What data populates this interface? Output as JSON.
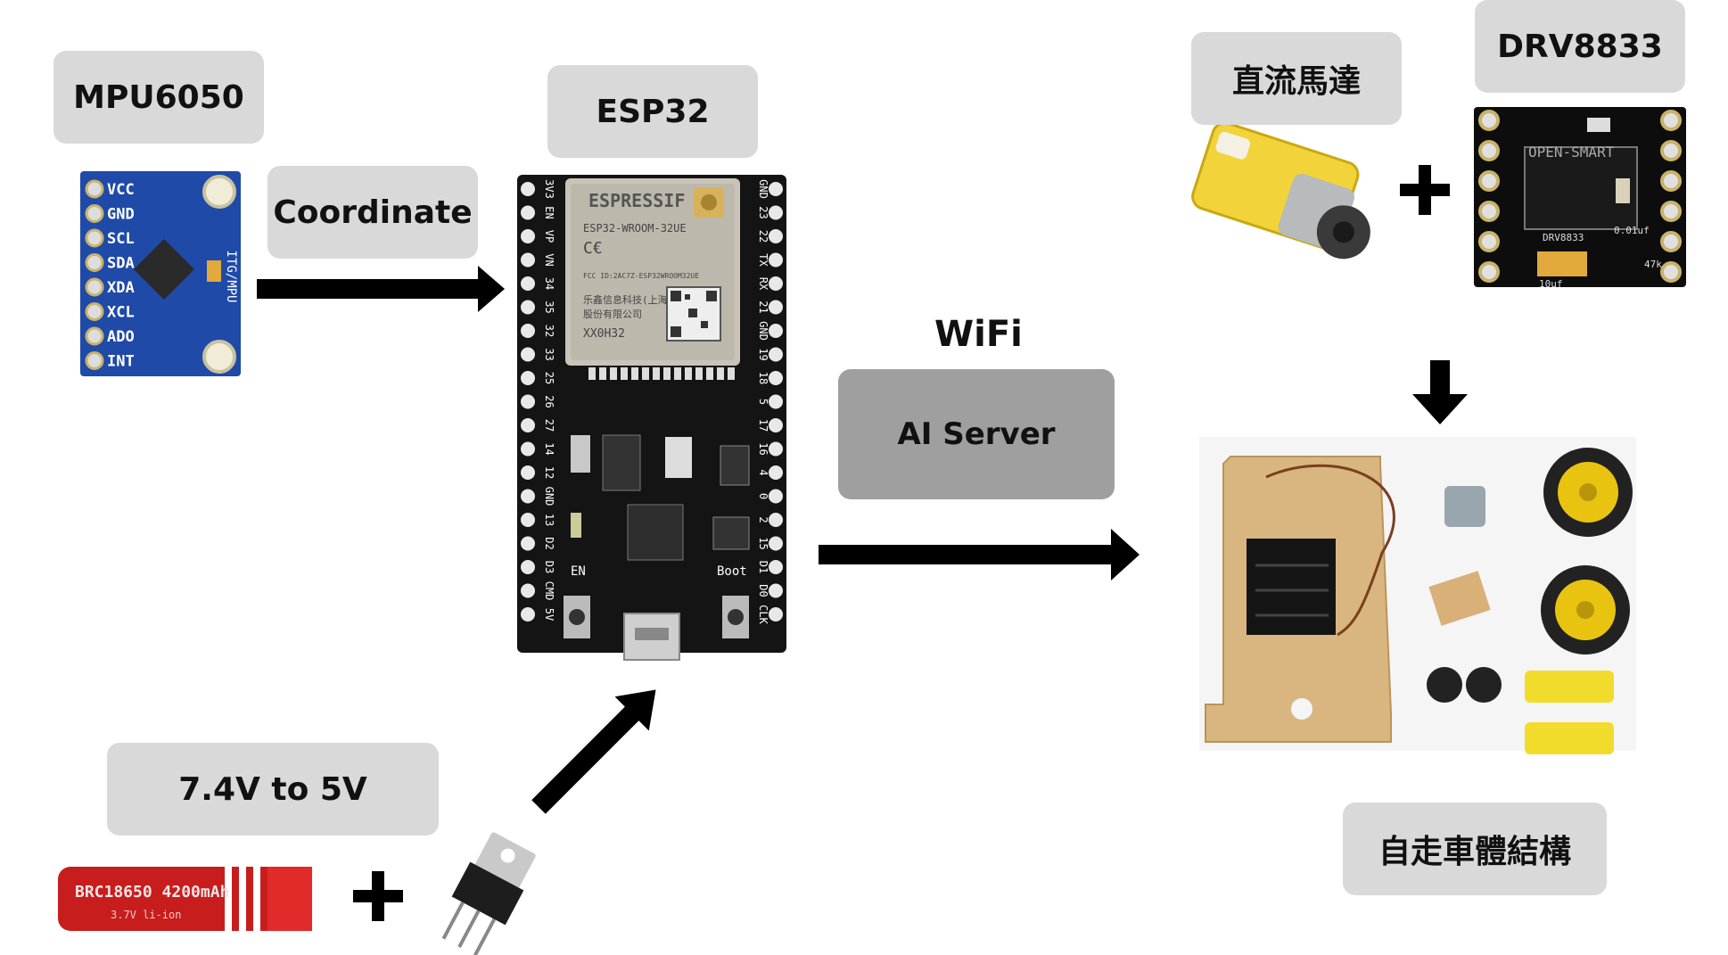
{
  "labels": {
    "mpu6050": "MPU6050",
    "esp32": "ESP32",
    "coordinate": "Coordinate",
    "dc_motor": "直流馬達",
    "drv8833": "DRV8833",
    "wifi": "WiFi",
    "ai_server": "AI Server",
    "voltage": "7.4V to 5V",
    "chassis": "自走車體結構"
  },
  "mpu_pins": [
    "VCC",
    "GND",
    "SCL",
    "SDA",
    "XDA",
    "XCL",
    "ADO",
    "INT"
  ],
  "mpu_side": "ITG/MPU",
  "esp_module": {
    "brand": "ESPRESSIF",
    "model": "ESP32-WROOM-32UE",
    "fcc": "FCC ID:2AC7Z-ESP32WROOM32UE",
    "maker": "乐鑫信息科技(上海)",
    "maker2": "股份有限公司",
    "code": "XX0H32"
  },
  "esp_left_pins": [
    "3V3",
    "EN",
    "VP",
    "VN",
    "34",
    "35",
    "32",
    "33",
    "25",
    "26",
    "27",
    "14",
    "12",
    "GND",
    "13",
    "D2",
    "D3",
    "CMD",
    "5V"
  ],
  "esp_right_pins": [
    "GND",
    "23",
    "22",
    "TX",
    "RX",
    "21",
    "GND",
    "19",
    "18",
    "5",
    "17",
    "16",
    "4",
    "0",
    "2",
    "15",
    "D1",
    "D0",
    "CLK"
  ],
  "esp_buttons": {
    "en": "EN",
    "boot": "Boot"
  },
  "drv_board": {
    "title": "OPEN-SMART",
    "name": "DRV8833",
    "cap1": "0.01uf",
    "cap2": "10uf",
    "res": "47k"
  },
  "battery": {
    "brand": "BRC18650 4200mAh",
    "spec": "3.7V li-ion"
  },
  "colors": {
    "label_bg": "#d9d9d9",
    "server_bg": "#9f9f9f",
    "arrow": "#000000"
  }
}
